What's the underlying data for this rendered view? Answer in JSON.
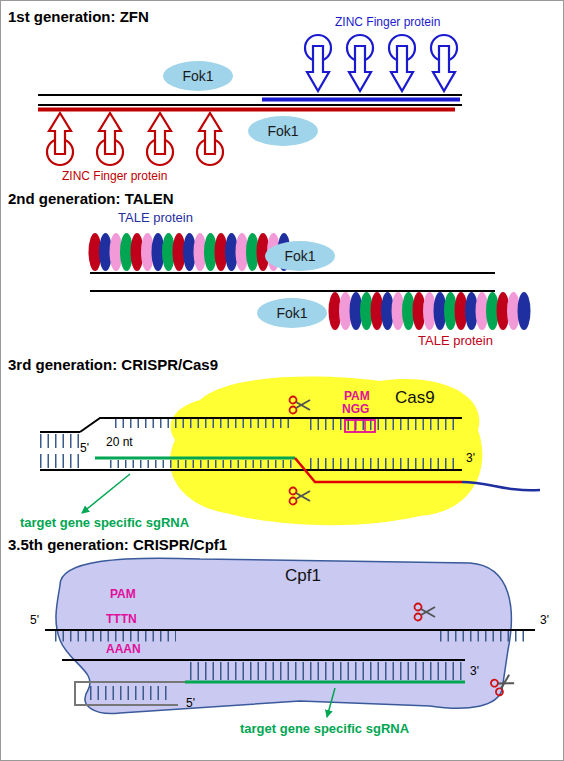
{
  "diagram": {
    "nodes": [
      {
        "text": [
          "Fok1"
        ]
      },
      {
        "text": [
          "Fok1"
        ]
      },
      {
        "text": [
          "Fok1"
        ]
      },
      {
        "text": [
          "Fok1"
        ]
      },
      {
        "text": [
          "Cas9"
        ]
      },
      {
        "text": [
          "Cpf1"
        ]
      }
    ],
    "labels": [
      "1st generation: ZFN",
      "ZINC Finger protein",
      "ZINC Finger protein",
      "2nd generation: TALEN",
      "TALE protein",
      "TALE protein",
      "3rd generation: CRISPR/Cas9",
      "PAM",
      "NGG",
      "20 nt",
      "5'",
      "3'",
      "target gene specific sgRNA",
      "3.5th generation: CRISPR/Cpf1",
      "PAM",
      "TTTN",
      "AAAN",
      "5'",
      "3'",
      "3'",
      "5'",
      "target gene specific sgRNA"
    ]
  }
}
